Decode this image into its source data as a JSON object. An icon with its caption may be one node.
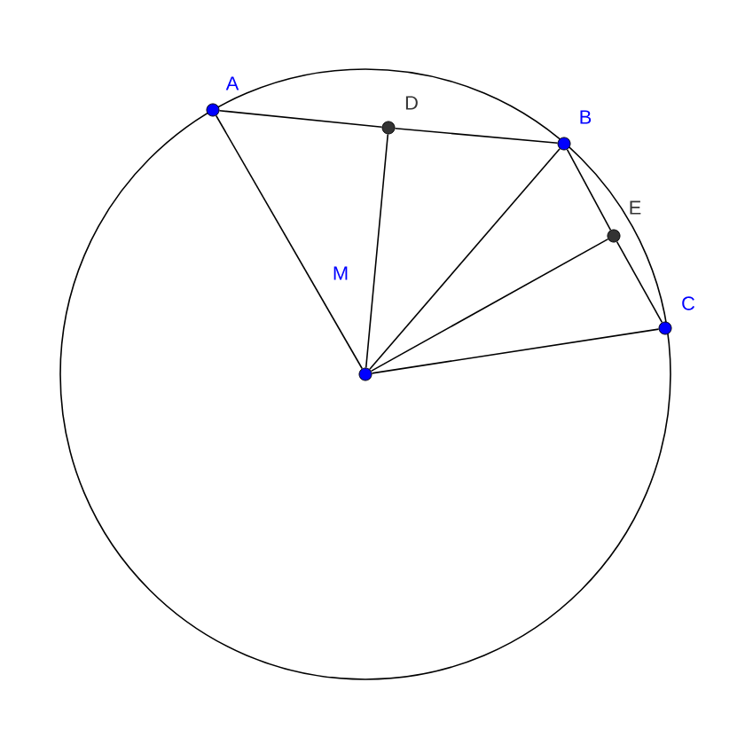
{
  "diagram": {
    "nodes": [
      {
        "text": [
          "A"
        ]
      },
      {
        "text": [
          "D"
        ]
      },
      {
        "text": [
          "B"
        ]
      },
      {
        "text": [
          "E"
        ]
      },
      {
        "text": [
          "M"
        ]
      },
      {
        "text": [
          "C"
        ]
      }
    ],
    "edges": [
      {
        "from": 0,
        "to": 1,
        "arrow": "none"
      },
      {
        "from": 1,
        "to": 2,
        "arrow": "none"
      },
      {
        "from": 2,
        "to": 3,
        "arrow": "none"
      },
      {
        "from": 3,
        "to": 5,
        "arrow": "none"
      },
      {
        "from": 4,
        "to": 0,
        "arrow": "none"
      },
      {
        "from": 4,
        "to": 1,
        "arrow": "none"
      },
      {
        "from": 4,
        "to": 2,
        "arrow": "none"
      },
      {
        "from": 4,
        "to": 3,
        "arrow": "none"
      },
      {
        "from": 4,
        "to": 5,
        "arrow": "none"
      }
    ]
  }
}
